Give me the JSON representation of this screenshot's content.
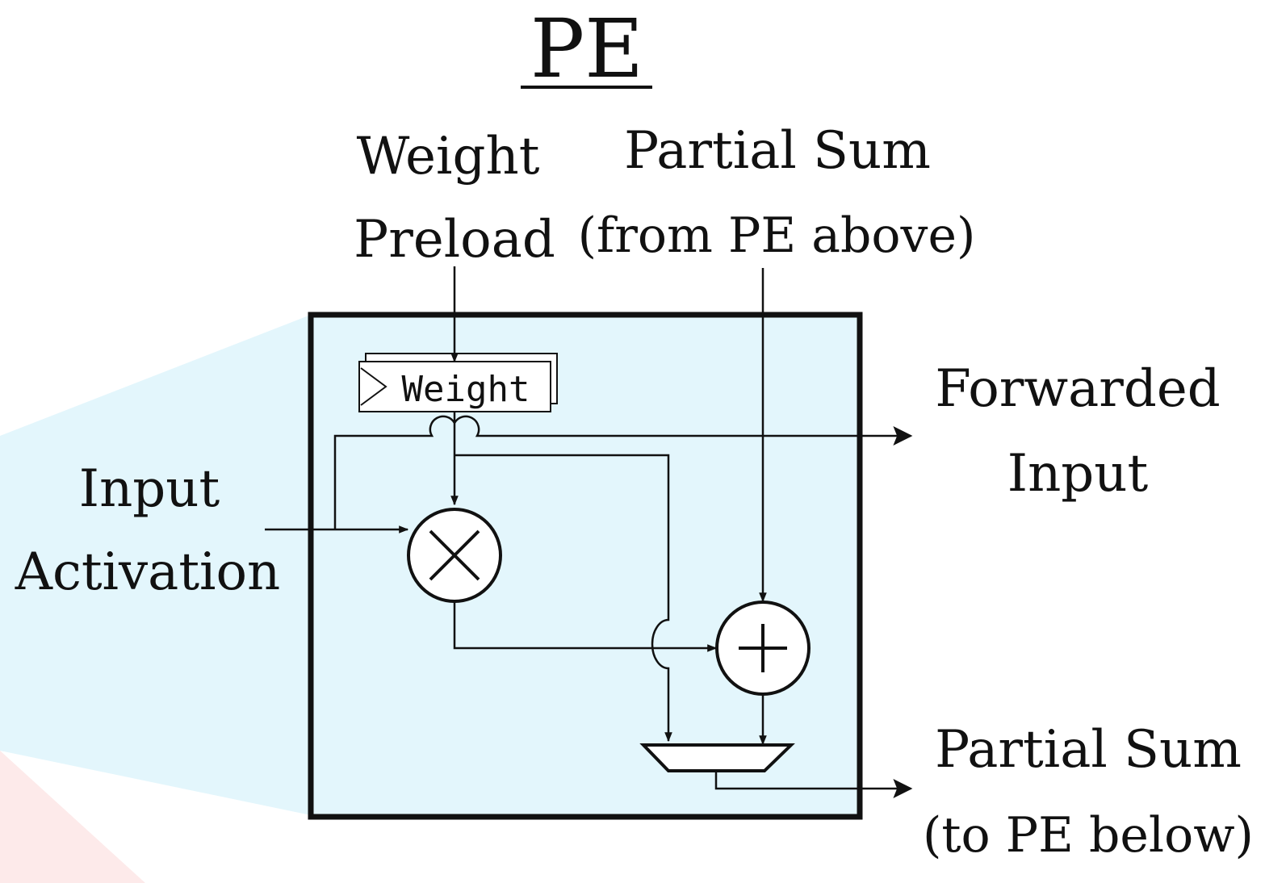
{
  "title": "PE",
  "labels": {
    "weight_preload_line1": "Weight",
    "weight_preload_line2": "Preload",
    "partial_sum_in_line1": "Partial Sum",
    "partial_sum_in_line2": "(from PE above)",
    "forwarded_input_line1": "Forwarded",
    "forwarded_input_line2": "Input",
    "input_activation_line1": "Input",
    "input_activation_line2": "Activation",
    "partial_sum_out_line1": "Partial Sum",
    "partial_sum_out_line2": "(to PE below)",
    "weight_register": "Weight"
  },
  "colors": {
    "pe_fill": "#e3f6fc",
    "background_cyan": "#e3f6fc",
    "background_pink": "#fdeaea",
    "stroke": "#111111"
  },
  "icons": {
    "multiplier": "multiply-icon",
    "adder": "plus-icon",
    "mux": "mux-trapezoid-icon",
    "clock": "clock-triangle-icon"
  }
}
